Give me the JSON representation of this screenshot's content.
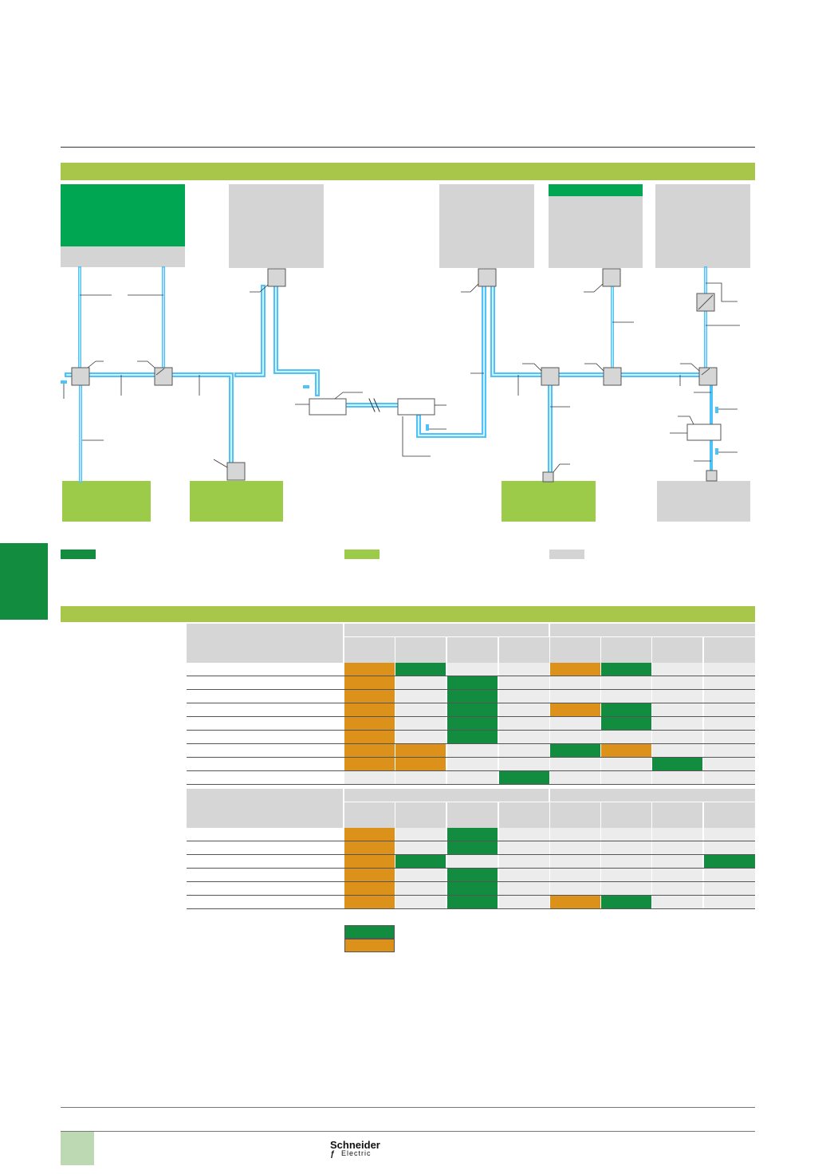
{
  "brand": {
    "name": "Schneider",
    "sub": "Electric"
  },
  "colors": {
    "header_bar": "#a8c64a",
    "dark_green": "#128c3f",
    "bright_green": "#00a651",
    "light_green": "#9ccb4a",
    "grey": "#d4d4d4",
    "orange": "#dc911b",
    "cable_blue": "#4fc3f7",
    "cell_light": "#ececec",
    "table_header": "#d6d6d6"
  },
  "legend": {
    "swatches": [
      "dark_green",
      "light_green",
      "grey"
    ],
    "table_keys": [
      "dark_green",
      "orange"
    ]
  },
  "table": {
    "columns": 8,
    "section1_rows": [
      [
        "orange",
        "dark_green",
        "light",
        "light",
        "orange",
        "dark_green",
        "light",
        "light"
      ],
      [
        "orange",
        "light",
        "dark_green",
        "light",
        "light",
        "light",
        "light",
        "light"
      ],
      [
        "orange",
        "light",
        "dark_green",
        "light",
        "light",
        "light",
        "light",
        "light"
      ],
      [
        "orange",
        "light",
        "dark_green",
        "light",
        "orange",
        "dark_green",
        "light",
        "light"
      ],
      [
        "orange",
        "light",
        "dark_green",
        "light",
        "light",
        "dark_green",
        "light",
        "light"
      ],
      [
        "orange",
        "light",
        "dark_green",
        "light",
        "light",
        "light",
        "light",
        "light"
      ],
      [
        "orange",
        "orange",
        "light",
        "light",
        "dark_green",
        "orange",
        "light",
        "light"
      ],
      [
        "orange",
        "orange",
        "light",
        "light",
        "light",
        "light",
        "dark_green",
        "light"
      ],
      [
        "light",
        "light",
        "light",
        "dark_green",
        "light",
        "light",
        "light",
        "light"
      ]
    ],
    "section2_rows": [
      [
        "orange",
        "light",
        "dark_green",
        "light",
        "light",
        "light",
        "light",
        "light"
      ],
      [
        "orange",
        "light",
        "dark_green",
        "light",
        "light",
        "light",
        "light",
        "light"
      ],
      [
        "orange",
        "dark_green",
        "light",
        "light",
        "light",
        "light",
        "light",
        "dark_green"
      ],
      [
        "orange",
        "light",
        "dark_green",
        "light",
        "light",
        "light",
        "light",
        "light"
      ],
      [
        "orange",
        "light",
        "dark_green",
        "light",
        "light",
        "light",
        "light",
        "light"
      ],
      [
        "orange",
        "light",
        "dark_green",
        "light",
        "orange",
        "dark_green",
        "light",
        "light"
      ]
    ]
  }
}
